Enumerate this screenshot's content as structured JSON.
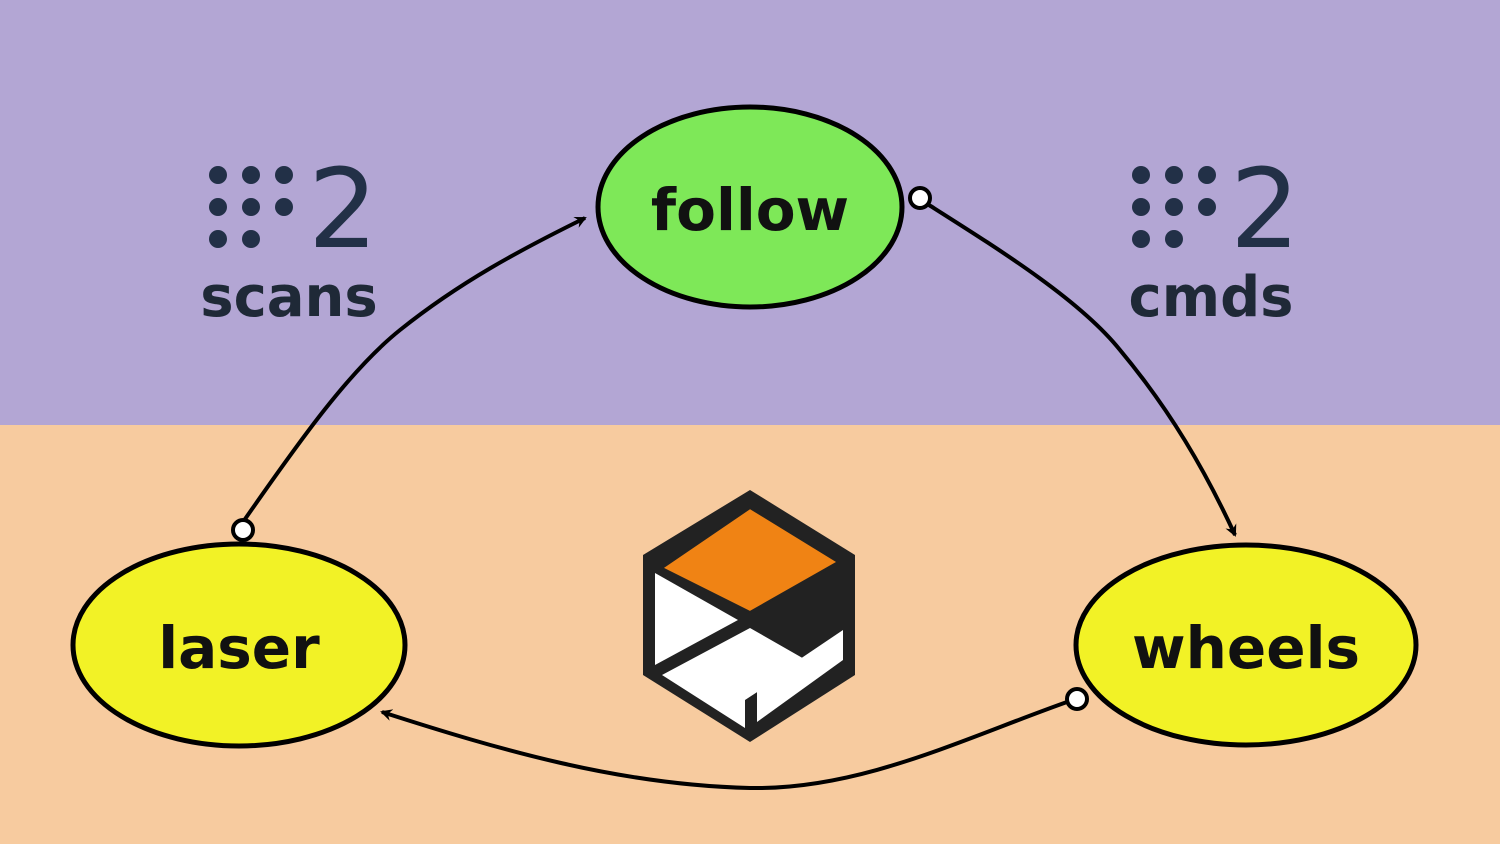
{
  "colors": {
    "top_band": "#b3a6d4",
    "bottom_band": "#f7cb9f",
    "process_node": "#7ee858",
    "driver_node": "#f2f226",
    "topic_text": "#223047",
    "logo_orange": "#f08314",
    "logo_dark": "#222222",
    "logo_light": "#ffffff"
  },
  "nodes": {
    "follow": {
      "label": "follow"
    },
    "laser": {
      "label": "laser"
    },
    "wheels": {
      "label": "wheels"
    }
  },
  "topics": {
    "scans": {
      "number": "2",
      "name": "scans",
      "icon": "grid-dots-icon"
    },
    "cmds": {
      "number": "2",
      "name": "cmds",
      "icon": "grid-dots-icon"
    }
  },
  "edges": [
    {
      "from": "laser",
      "to": "follow",
      "topic": "scans"
    },
    {
      "from": "follow",
      "to": "wheels",
      "topic": "cmds"
    },
    {
      "from": "wheels",
      "to": "laser"
    }
  ],
  "logo": {
    "icon": "gazebo-logo-icon"
  }
}
